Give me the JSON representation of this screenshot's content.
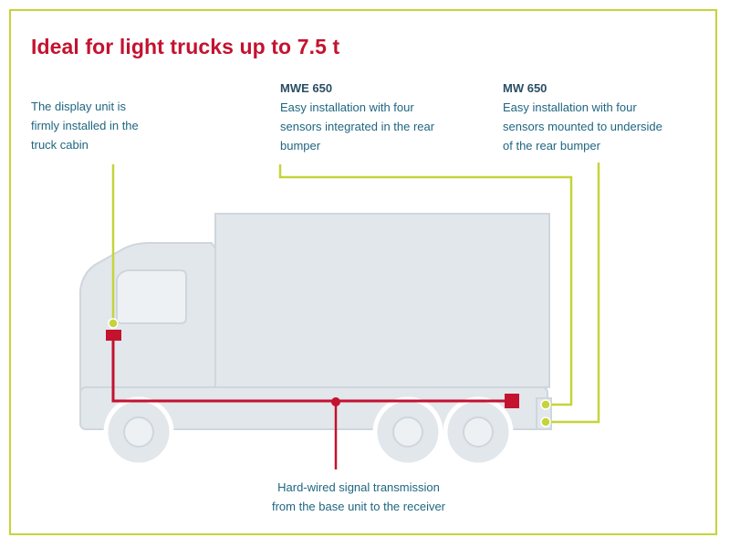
{
  "title": "Ideal for light trucks up to 7.5 t",
  "callouts": {
    "display_unit": {
      "lines": [
        "The display unit is",
        "firmly installed in the",
        "truck cabin"
      ]
    },
    "mwe650": {
      "heading": "MWE 650",
      "lines": [
        "Easy installation with four",
        "sensors integrated in the rear",
        "bumper"
      ]
    },
    "mw650": {
      "heading": "MW 650",
      "lines": [
        "Easy installation with four",
        "sensors mounted to underside",
        "of the rear bumper"
      ]
    },
    "signal": {
      "lines": [
        "Hard-wired signal transmission",
        "from the base unit to the receiver"
      ]
    }
  },
  "colors": {
    "accent_red": "#c4122f",
    "accent_green": "#c5d43a",
    "text_blue": "#1f6680",
    "truck_fill": "#e2e7ec",
    "truck_stroke": "#cfd6dd"
  }
}
